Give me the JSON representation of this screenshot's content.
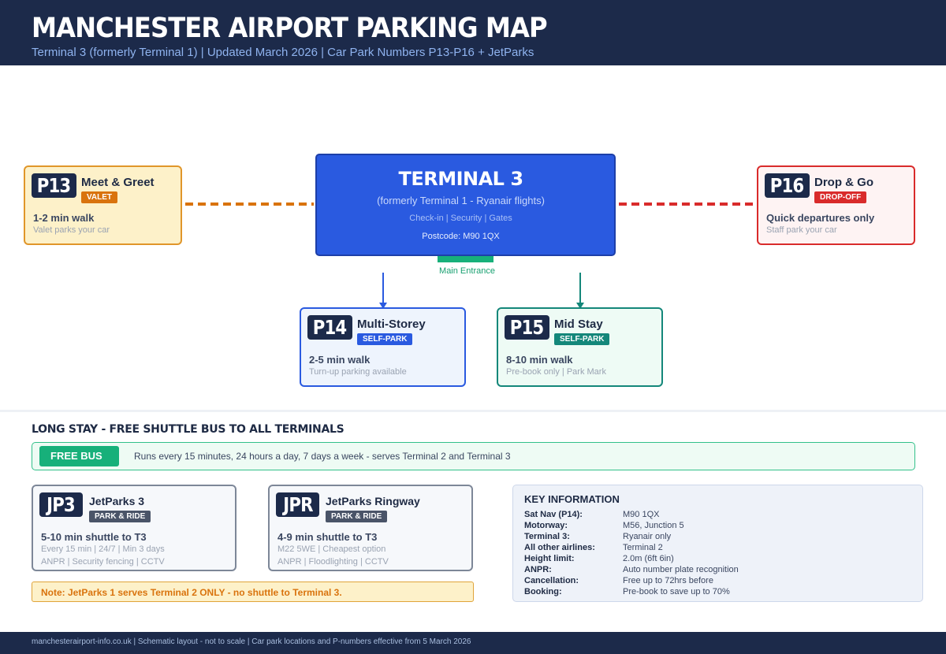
{
  "header": {
    "title": "MANCHESTER AIRPORT PARKING MAP",
    "subtitle": "Terminal 3 (formerly Terminal 1)  |  Updated March 2026  |  Car Park Numbers P13-P16 + JetParks"
  },
  "terminal": {
    "title": "TERMINAL 3",
    "subtitle": "(formerly Terminal 1 - Ryanair flights)",
    "facilities": "Check-in  |  Security  |  Gates",
    "postcode": "Postcode: M90 1QX",
    "entrance_label": "Main Entrance"
  },
  "car_parks": {
    "p13": {
      "code": "P13",
      "name": "Meet & Greet",
      "tag": "VALET",
      "walk": "1-2 min walk",
      "note": "Valet parks your car"
    },
    "p16": {
      "code": "P16",
      "name": "Drop & Go",
      "tag": "DROP-OFF",
      "walk": "Quick departures only",
      "note": "Staff park your car"
    },
    "p14": {
      "code": "P14",
      "name": "Multi-Storey",
      "tag": "SELF-PARK",
      "walk": "2-5 min walk",
      "note": "Turn-up parking available"
    },
    "p15": {
      "code": "P15",
      "name": "Mid Stay",
      "tag": "SELF-PARK",
      "walk": "8-10 min walk",
      "note": "Pre-book only | Park Mark"
    }
  },
  "long_stay": {
    "title": "LONG STAY - FREE SHUTTLE BUS TO ALL TERMINALS",
    "bus_label": "FREE BUS",
    "bus_text": "Runs every 15 minutes, 24 hours a day, 7 days a week  -  serves Terminal 2 and Terminal 3",
    "jp3": {
      "code": "JP3",
      "name": "JetParks 3",
      "tag": "PARK & RIDE",
      "shuttle": "5-10 min shuttle to T3",
      "line1": "Every 15 min | 24/7 | Min 3 days",
      "line2": "ANPR | Security fencing | CCTV"
    },
    "jpr": {
      "code": "JPR",
      "name": "JetParks Ringway",
      "tag": "PARK & RIDE",
      "shuttle": "4-9 min shuttle to T3",
      "line1": "M22 5WE | Cheapest option",
      "line2": "ANPR | Floodlighting | CCTV"
    },
    "warning": "Note: JetParks 1 serves Terminal 2 ONLY - no shuttle to Terminal 3."
  },
  "key_info": {
    "title": "KEY INFORMATION",
    "rows": [
      {
        "key": "Sat Nav (P14):",
        "value": "M90 1QX"
      },
      {
        "key": "Motorway:",
        "value": "M56, Junction 5"
      },
      {
        "key": "Terminal 3:",
        "value": "Ryanair only"
      },
      {
        "key": "All other airlines:",
        "value": "Terminal 2"
      },
      {
        "key": "Height limit:",
        "value": "2.0m (6ft 6in)"
      },
      {
        "key": "ANPR:",
        "value": "Auto number plate recognition"
      },
      {
        "key": "Cancellation:",
        "value": "Free up to 72hrs before"
      },
      {
        "key": "Booking:",
        "value": "Pre-book to save up to 70%"
      }
    ]
  },
  "footer": {
    "text": "manchesterairport-info.co.uk  |  Schematic layout - not to scale  |  Car park locations and P-numbers effective from 5 March 2026"
  },
  "colors": {
    "navy": "#1c2a4a",
    "terminal_blue": "#2a5ae0",
    "valet_orange": "#d9730d",
    "dropoff_red": "#d92b2b",
    "selfpark_blue": "#2a5ae0",
    "midstay_teal": "#14877a",
    "freebus_green": "#17b07a",
    "parkride_grey": "#4a5468"
  }
}
